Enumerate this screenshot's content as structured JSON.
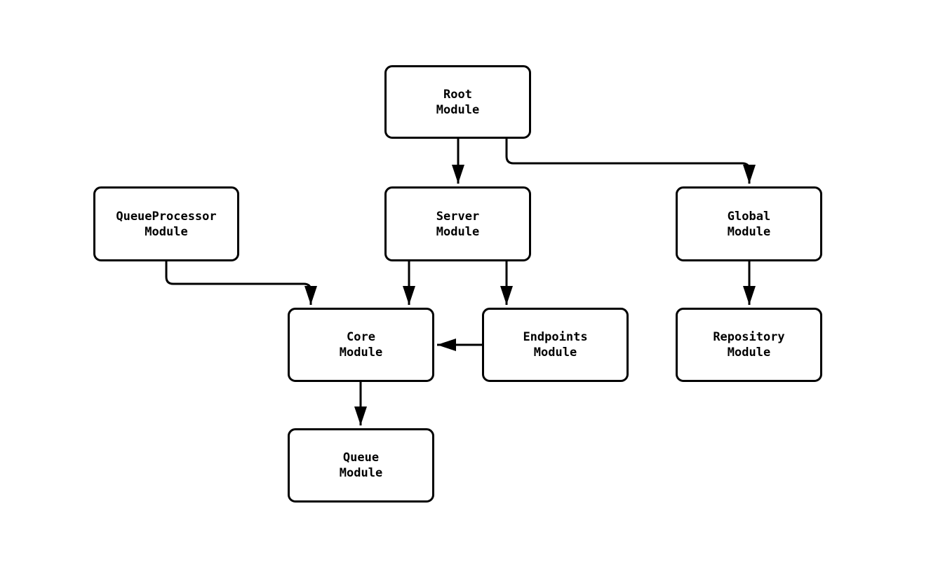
{
  "diagram": {
    "type": "module-dependency-graph",
    "colors": {
      "background": "#ffffff",
      "node_fill": "#ffffff",
      "stroke": "#000000",
      "text": "#000000"
    },
    "nodes": {
      "root": {
        "label": "Root\nModule"
      },
      "queueproc": {
        "label": "QueueProcessor\nModule"
      },
      "server": {
        "label": "Server\nModule"
      },
      "global": {
        "label": "Global\nModule"
      },
      "core": {
        "label": "Core\nModule"
      },
      "endpoints": {
        "label": "Endpoints\nModule"
      },
      "repository": {
        "label": "Repository\nModule"
      },
      "queue": {
        "label": "Queue\nModule"
      }
    },
    "edges": [
      {
        "from": "Root Module",
        "to": "Server Module"
      },
      {
        "from": "Root Module",
        "to": "Global Module"
      },
      {
        "from": "QueueProcessor Module",
        "to": "Core Module"
      },
      {
        "from": "Server Module",
        "to": "Core Module"
      },
      {
        "from": "Server Module",
        "to": "Endpoints Module"
      },
      {
        "from": "Endpoints Module",
        "to": "Core Module"
      },
      {
        "from": "Global Module",
        "to": "Repository Module"
      },
      {
        "from": "Core Module",
        "to": "Queue Module"
      }
    ]
  }
}
